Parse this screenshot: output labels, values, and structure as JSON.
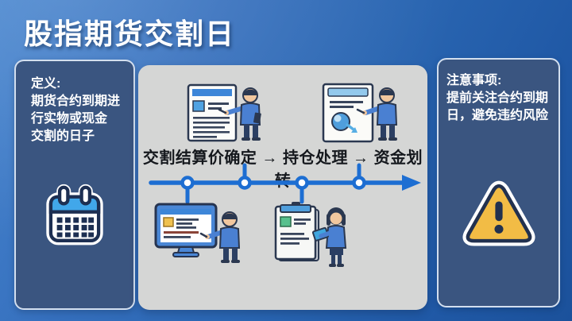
{
  "title": "股指期货交割日",
  "definition_panel": {
    "heading": "定义:",
    "lines": [
      "期货合约到期进",
      "行实物或现金",
      "交割的日子"
    ],
    "icon": "calendar-icon"
  },
  "process_panel": {
    "flow_text": "交割结算价确定 → 持仓处理 → 资金划转",
    "steps": [
      "交割结算价确定",
      "持仓处理",
      "资金划转"
    ],
    "timeline": {
      "dot_count": 4,
      "direction": "left-to-right",
      "arrow": "right"
    },
    "illustrations": [
      "person-presenting-document",
      "person-presenting-flow-board",
      "person-pointing-monitor",
      "person-with-clipboard-and-tablet"
    ]
  },
  "notes_panel": {
    "heading": "注意事项:",
    "lines": [
      "提前关注合约到期",
      "日，避免违约风险"
    ],
    "icon": "warning-icon"
  },
  "colors": {
    "background_blue": "#2a66b2",
    "side_panel_navy": "#3a5580",
    "panel_border": "#e1ecf8",
    "center_panel_gray": "#d5d6d5",
    "timeline_blue": "#1d6ed2",
    "warning_yellow": "#f2bc45",
    "calendar_blue": "#41a7ea",
    "dark_outline": "#22314f",
    "flow_text_color": "#15181d"
  }
}
